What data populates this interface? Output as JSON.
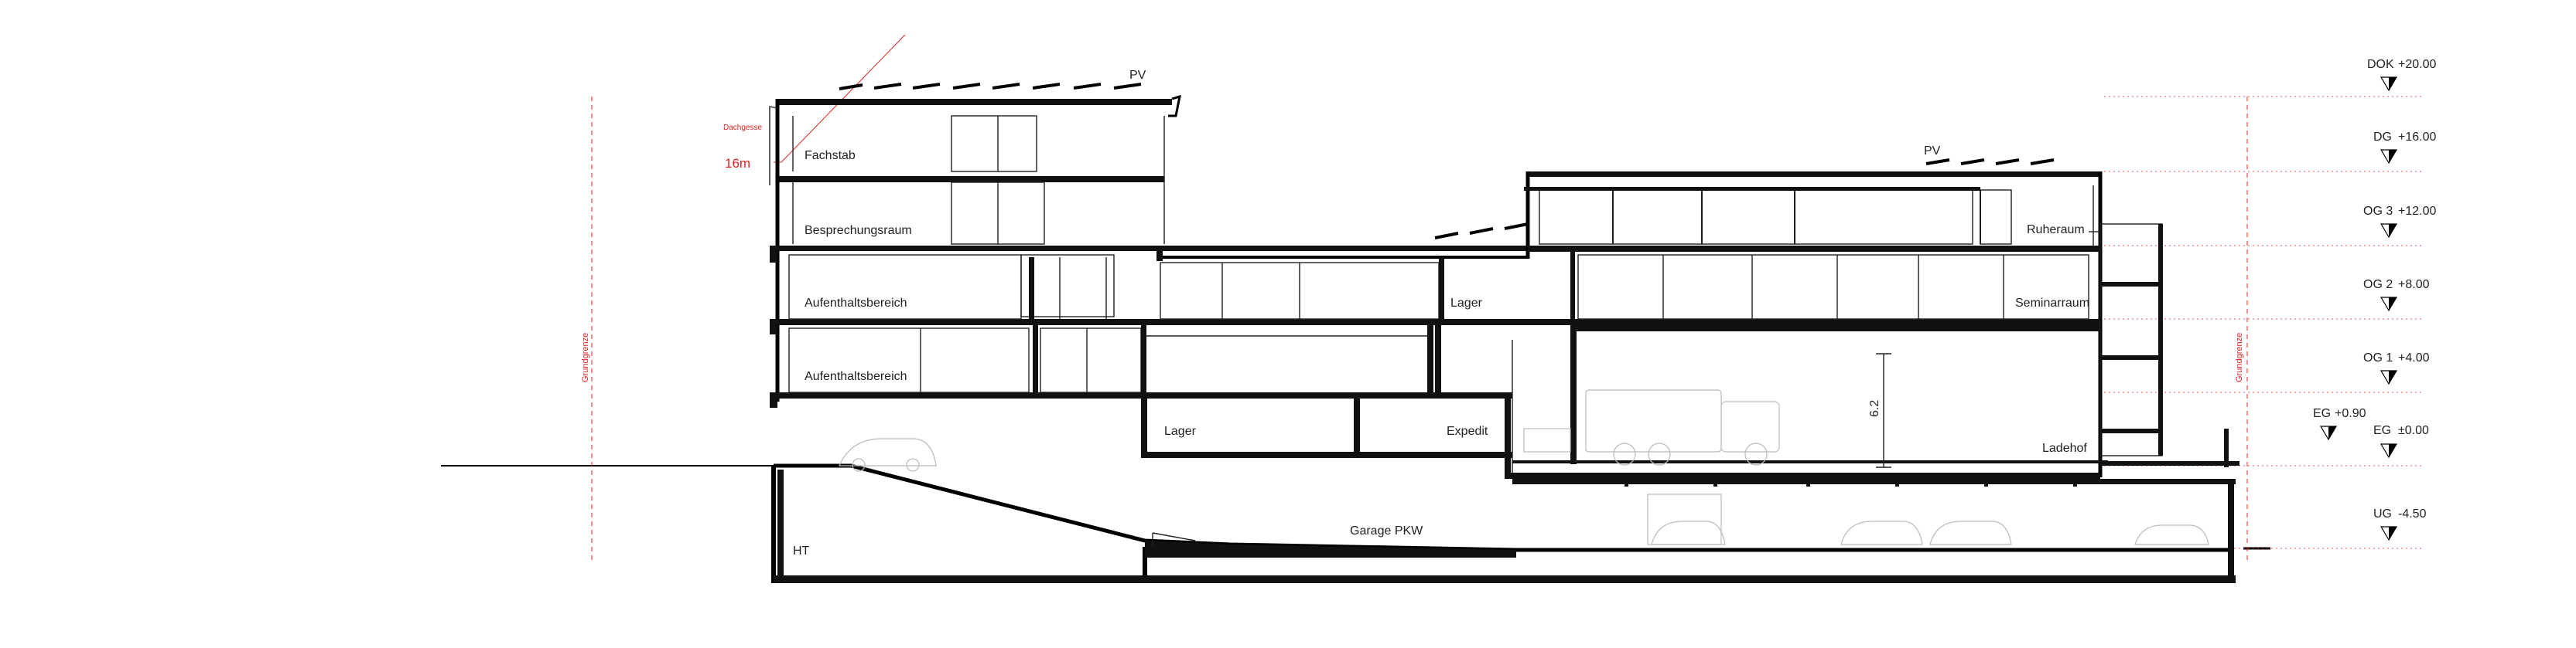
{
  "annotations": {
    "pv_left": "PV",
    "pv_right": "PV",
    "height_small": "Dachgesse",
    "height_value": "16m",
    "grundgrenze_left": "Grundgrenze",
    "grundgrenze_right": "Grundgrenze",
    "clear_height": "6.2"
  },
  "rooms": {
    "fachstab": "Fachstab",
    "besprechungsraum": "Besprechungsraum",
    "aufenthalt_upper": "Aufenthaltsbereich",
    "aufenthalt_lower": "Aufenthaltsbereich",
    "lager_upper": "Lager",
    "seminarraum": "Seminarraum",
    "ruheraum": "Ruheraum",
    "lager_lower": "Lager",
    "expedit": "Expedit",
    "ladehof": "Ladehof",
    "ht": "HT",
    "garage": "Garage PKW"
  },
  "levels": [
    {
      "name": "DOK",
      "elev": "+20.00"
    },
    {
      "name": "DG",
      "elev": "+16.00"
    },
    {
      "name": "OG 3",
      "elev": "+12.00"
    },
    {
      "name": "OG 2",
      "elev": "+8.00"
    },
    {
      "name": "OG 1",
      "elev": "+4.00"
    },
    {
      "name": "EG",
      "elev": "±0.00"
    },
    {
      "name": "UG",
      "elev": "-4.50"
    }
  ],
  "eg_plus": {
    "name": "EG",
    "elev": "+0.90"
  }
}
